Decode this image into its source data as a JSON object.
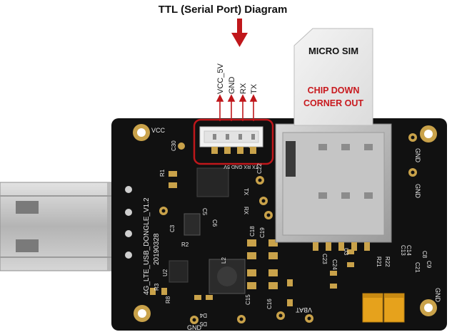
{
  "diagram": {
    "title": "TTL (Serial Port) Diagram",
    "pins": [
      "VCC_5V",
      "GND",
      "RX",
      "TX"
    ],
    "sim_card": {
      "label": "MICRO SIM",
      "note_line1": "CHIP DOWN",
      "note_line2": "CORNER OUT"
    }
  },
  "board": {
    "silkscreen": {
      "model": "4G_LTE_USB_DONGLE_V1.2",
      "date": "20190328",
      "gnd_labels": [
        "GND",
        "GND",
        "GND",
        "GND"
      ],
      "vcc": "VCC",
      "vbat": "VBAT",
      "header_pins": "TX RX GND 5V",
      "side_pins": [
        "TX",
        "RX"
      ],
      "refs": [
        "C30",
        "R1",
        "R2",
        "R3",
        "R8",
        "C3",
        "C5",
        "C6",
        "C8",
        "C9",
        "C13",
        "C14",
        "C15",
        "C16",
        "C18",
        "C19",
        "C21",
        "C22",
        "C23",
        "C24",
        "L2",
        "D4",
        "D5",
        "U2",
        "U3",
        "R21",
        "R22"
      ]
    }
  },
  "colors": {
    "arrow": "#c0171b",
    "highlight_box": "#c0171b",
    "sim_text_red": "#c8191e",
    "pcb": "#111111",
    "silkscreen": "#e9e9e9",
    "usb_metal": "#bfbfbf",
    "gold": "#c9a24a",
    "tantalum": "#e6a21c"
  }
}
